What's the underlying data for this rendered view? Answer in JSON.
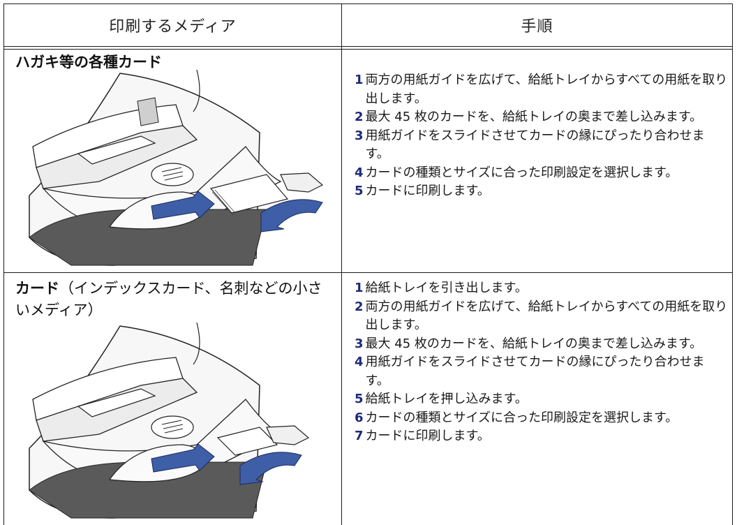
{
  "header": {
    "media_label": "印刷するメディア",
    "procedure_label": "手順"
  },
  "rows": [
    {
      "media_bold": "ハガキ等の各種カード",
      "media_rest": "",
      "steps": [
        {
          "num": "1",
          "text": "両方の用紙ガイドを広げて、給紙トレイからすべての用紙を取り出します。"
        },
        {
          "num": "2",
          "text": "最大 45 枚のカードを、給紙トレイの奥まで差し込みます。"
        },
        {
          "num": "3",
          "text": "用紙ガイドをスライドさせてカードの縁にぴったり合わせます。"
        },
        {
          "num": "4",
          "text": "カードの種類とサイズに合った印刷設定を選択します。"
        },
        {
          "num": "5",
          "text": "カードに印刷します。"
        }
      ]
    },
    {
      "media_bold": "カード",
      "media_rest": "（インデックスカード、名刺などの小さいメディア）",
      "steps": [
        {
          "num": "1",
          "text": "給紙トレイを引き出します。"
        },
        {
          "num": "2",
          "text": "両方の用紙ガイドを広げて、給紙トレイからすべての用紙を取り出します。"
        },
        {
          "num": "3",
          "text": "最大 45 枚のカードを、給紙トレイの奥まで差し込みます。"
        },
        {
          "num": "4",
          "text": "用紙ガイドをスライドさせてカードの縁にぴったり合わせます。"
        },
        {
          "num": "5",
          "text": "給紙トレイを押し込みます。"
        },
        {
          "num": "6",
          "text": "カードの種類とサイズに合った印刷設定を選択します。"
        },
        {
          "num": "7",
          "text": "カードに印刷します。"
        }
      ]
    }
  ],
  "colors": {
    "arrow_blue": "#3f5ea8",
    "step_number": "#1f2a7a",
    "printer_shadow": "#5a5a5a"
  },
  "icons": [
    "printer-card-illustration",
    "arrow-icon"
  ]
}
